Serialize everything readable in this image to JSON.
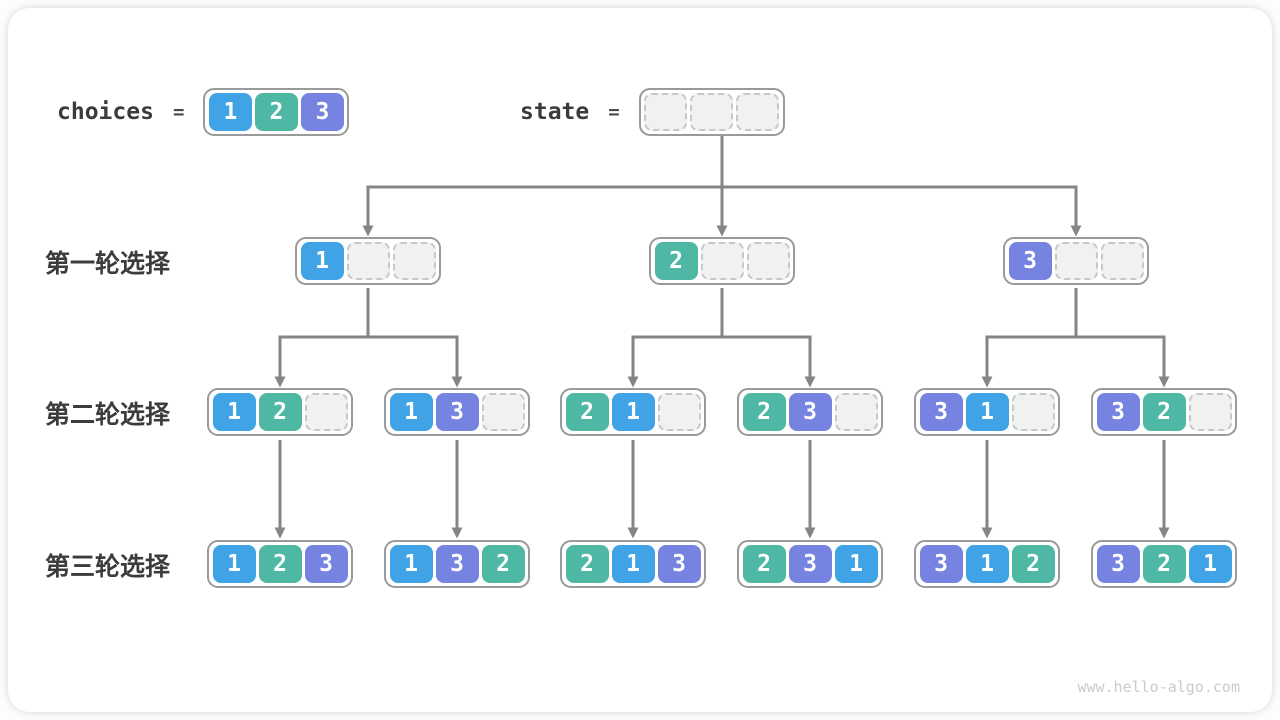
{
  "header": {
    "choices_label": "choices",
    "equals": "=",
    "state_label": "state",
    "choices_values": [
      "1",
      "2",
      "3"
    ],
    "state_values": [
      "",
      "",
      ""
    ]
  },
  "rows": [
    {
      "label": "第一轮选择",
      "boxes": [
        [
          "1",
          "",
          ""
        ],
        [
          "2",
          "",
          ""
        ],
        [
          "3",
          "",
          ""
        ]
      ]
    },
    {
      "label": "第二轮选择",
      "boxes": [
        [
          "1",
          "2",
          ""
        ],
        [
          "1",
          "3",
          ""
        ],
        [
          "2",
          "1",
          ""
        ],
        [
          "2",
          "3",
          ""
        ],
        [
          "3",
          "1",
          ""
        ],
        [
          "3",
          "2",
          ""
        ]
      ]
    },
    {
      "label": "第三轮选择",
      "boxes": [
        [
          "1",
          "2",
          "3"
        ],
        [
          "1",
          "3",
          "2"
        ],
        [
          "2",
          "1",
          "3"
        ],
        [
          "2",
          "3",
          "1"
        ],
        [
          "3",
          "1",
          "2"
        ],
        [
          "3",
          "2",
          "1"
        ]
      ]
    }
  ],
  "colors": {
    "1": "#3fa3e6",
    "2": "#4eb8a5",
    "3": "#7683e0",
    "arrow": "#858585",
    "box_border": "#9a9a9a",
    "empty_cell_fill": "#f0f1f1",
    "empty_cell_border": "#c7c7c7"
  },
  "watermark": "www.hello-algo.com"
}
